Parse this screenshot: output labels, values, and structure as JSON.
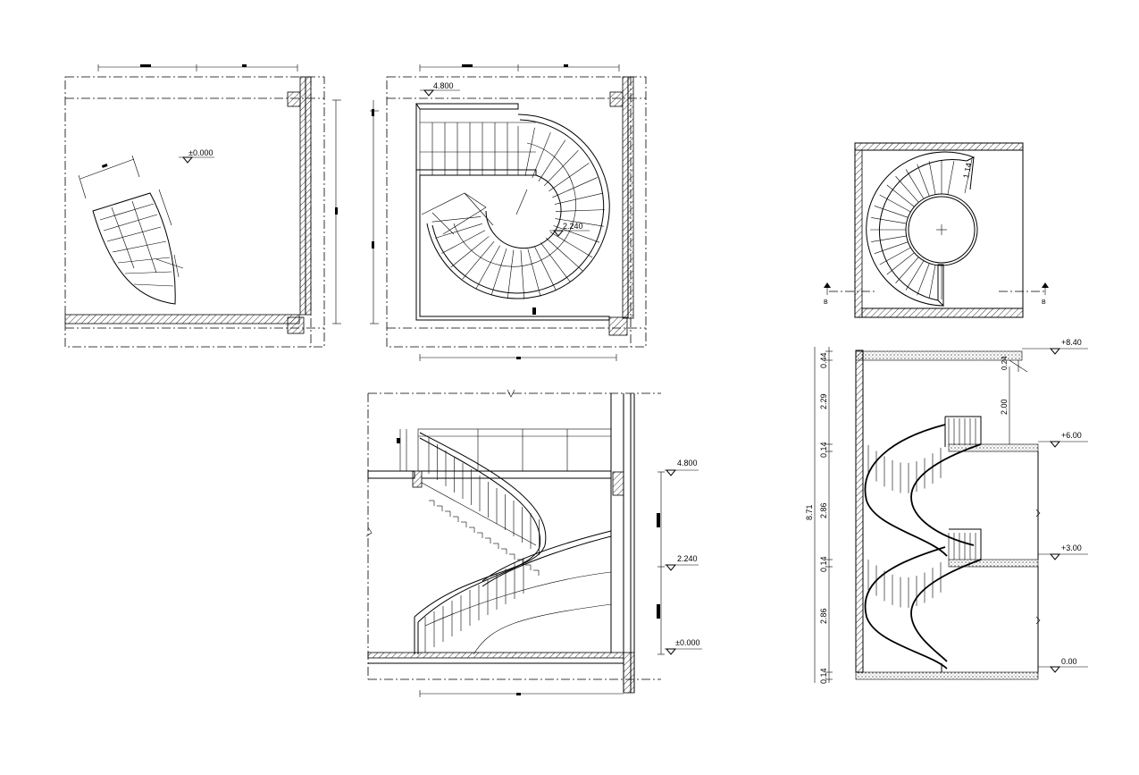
{
  "plan_left": {
    "level": "±0.000"
  },
  "plan_middle": {
    "level_top": "4.800",
    "level_mid": "2.240"
  },
  "section_middle": {
    "level_top": "4.800",
    "level_mid": "2.240",
    "level_bottom": "±0.000"
  },
  "plan_right": {
    "tread_dim": "1.14",
    "cut_label_left": "B",
    "cut_label_right": "B"
  },
  "section_right": {
    "levels": [
      "+8.40",
      "+6.00",
      "+3.00",
      "0.00"
    ],
    "dims_vertical": [
      "0.44",
      "2.29",
      "0.14",
      "2.86",
      "0.14",
      "2.86",
      "0.14"
    ],
    "overall": "8.71",
    "dim_small": "2.00",
    "dim_top": "0.24"
  }
}
